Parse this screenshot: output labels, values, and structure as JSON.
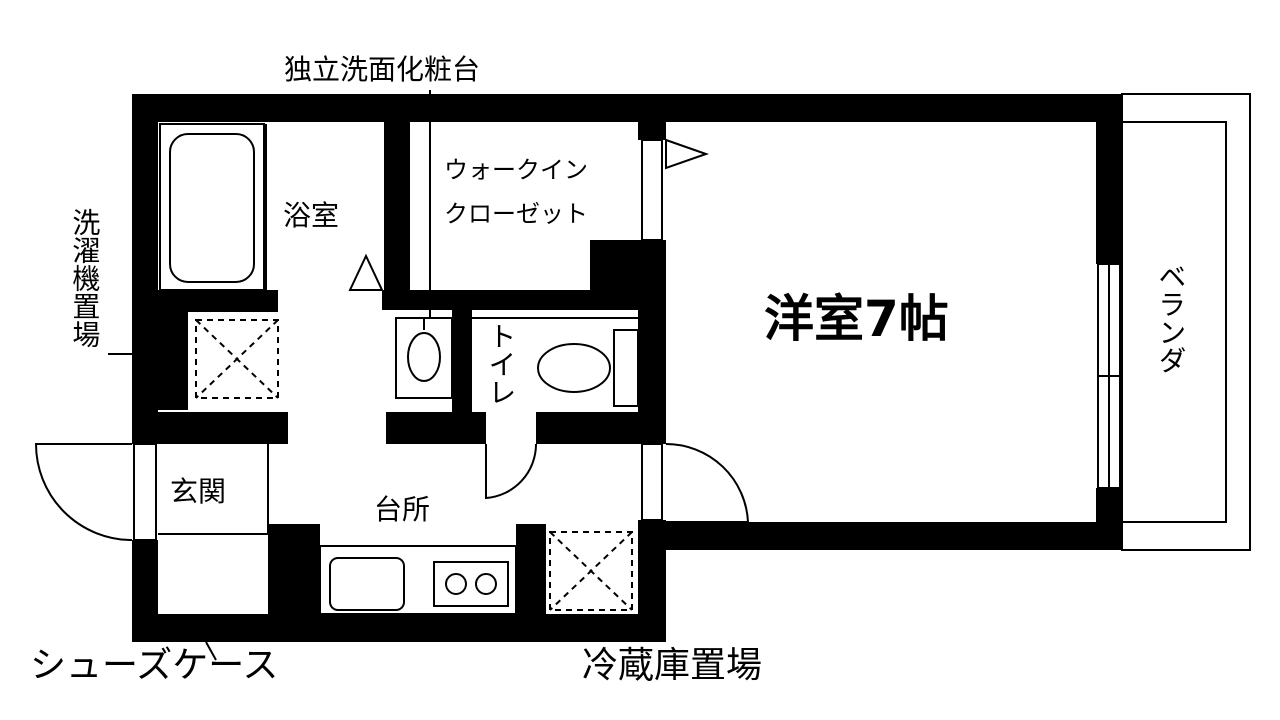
{
  "floorplan": {
    "labels": {
      "washbasin": "独立洗面化粧台",
      "bathroom": "浴室",
      "closet_line1": "ウォークイン",
      "closet_line2": "クローゼット",
      "western_room": "洋室7帖",
      "veranda": "ベランダ",
      "laundry": "洗濯機置場",
      "toilet": "トイレ",
      "entrance": "玄関",
      "kitchen": "台所",
      "shoe_case": "シューズケース",
      "fridge": "冷蔵庫置場"
    }
  }
}
